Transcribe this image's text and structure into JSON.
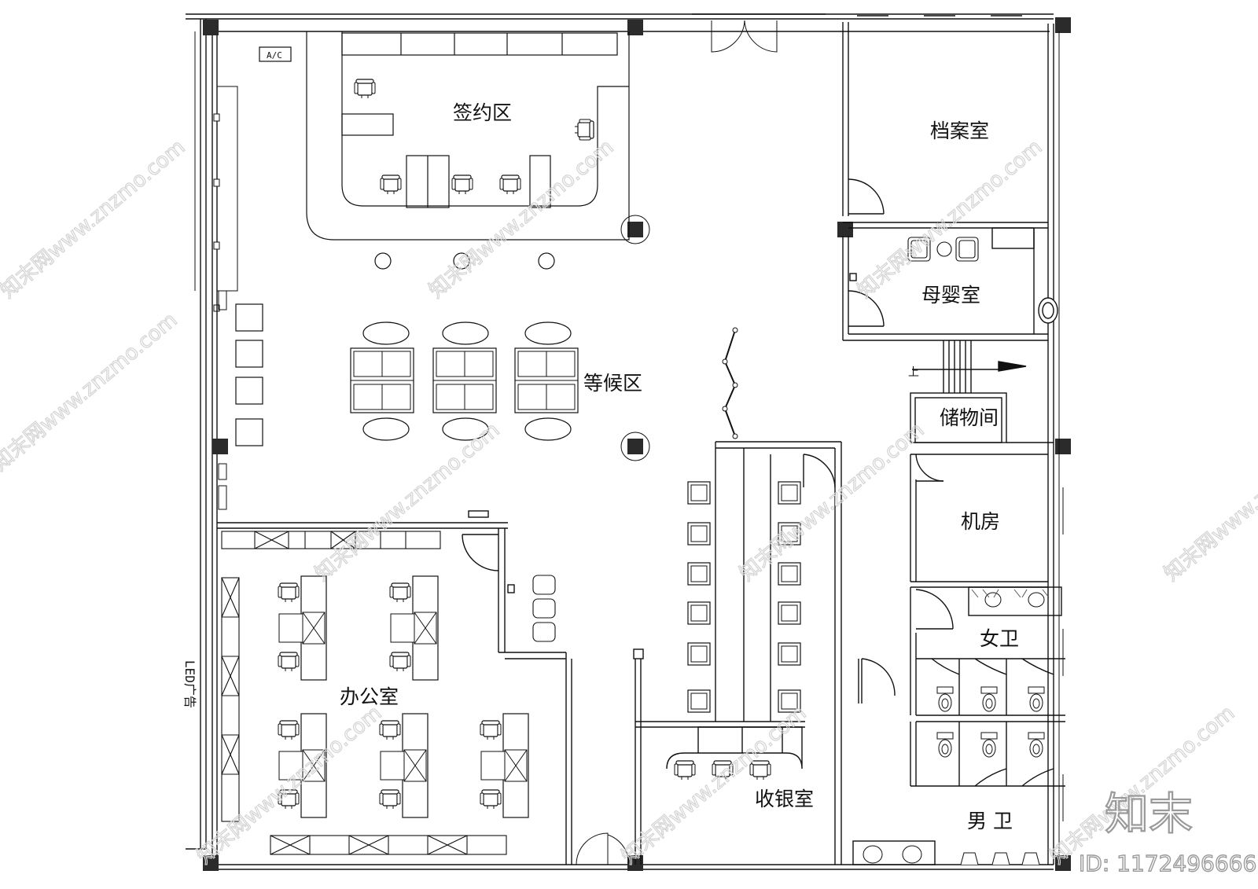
{
  "rooms": {
    "signing": "签约区",
    "waiting": "等候区",
    "archive": "档案室",
    "mother_baby": "母婴室",
    "storage": "储物间",
    "server": "机房",
    "womens_wc": "女卫",
    "mens_wc": "男 卫",
    "office": "办公室",
    "cashier": "收银室"
  },
  "labels": {
    "ac": "A/C",
    "stairs_up": "上",
    "side_text": "LED广告"
  },
  "watermark": {
    "text": "知末网www.znzmo.com",
    "brand": "知末",
    "id": "ID: 1172496666"
  },
  "colors": {
    "line": "#111111",
    "column": "#2b2b2b",
    "watermark": "#d4d4d4"
  }
}
